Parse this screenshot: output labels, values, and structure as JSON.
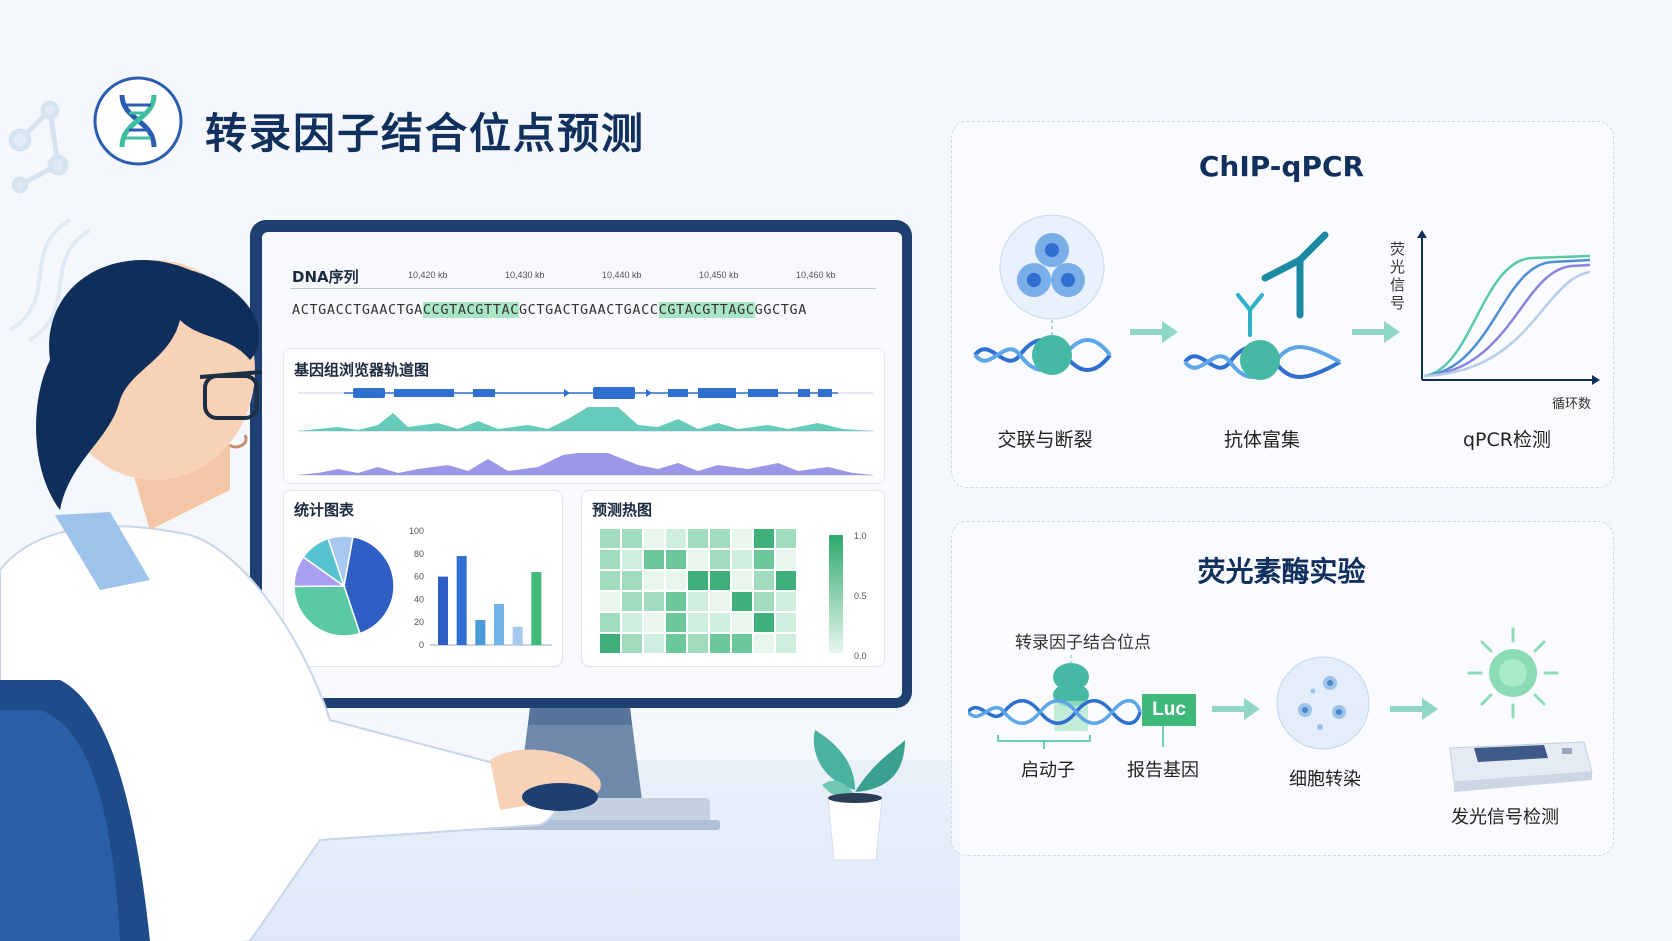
{
  "title": "转录因子结合位点预测",
  "monitor": {
    "dna_label": "DNA序列",
    "ticks": [
      "10,420 kb",
      "10,430 kb",
      "10,440 kb",
      "10,450 kb",
      "10,460 kb"
    ],
    "sequence": {
      "s1": "ACTGACCTGAACTGA",
      "h1": "CCGTACGTTAC",
      "s2": "GCTGACTGAACTGACC",
      "h2": "CGTACGTTAGC",
      "s3": "GGCTGA"
    },
    "browser_title": "基因组浏览器轨道图",
    "stats_title": "统计图表",
    "heatmap_title": "预测热图",
    "bar_axis": [
      "100",
      "80",
      "60",
      "40",
      "20",
      "0"
    ],
    "bar_values": [
      60,
      78,
      22,
      36,
      16,
      64
    ],
    "pie_values": [
      42,
      30,
      10,
      10,
      8
    ],
    "heat_scale": [
      "1.0",
      "0.5",
      "0.0"
    ],
    "colors": {
      "navy": "#12305e",
      "teal": "#4cc2b0",
      "green": "#3fb979",
      "blue": "#2f6fd0",
      "purple": "#8a84e0"
    }
  },
  "chip": {
    "title": "ChIP-qPCR",
    "step1": "交联与断裂",
    "step2": "抗体富集",
    "step3": "qPCR检测",
    "y_label": [
      "荧",
      "光",
      "信",
      "号"
    ],
    "x_label": "循环数"
  },
  "luc": {
    "title": "荧光素酶实验",
    "site_label": "转录因子结合位点",
    "promoter": "启动子",
    "reporter": "报告基因",
    "luc_box": "Luc",
    "transfect": "细胞转染",
    "detect": "发光信号检测"
  }
}
